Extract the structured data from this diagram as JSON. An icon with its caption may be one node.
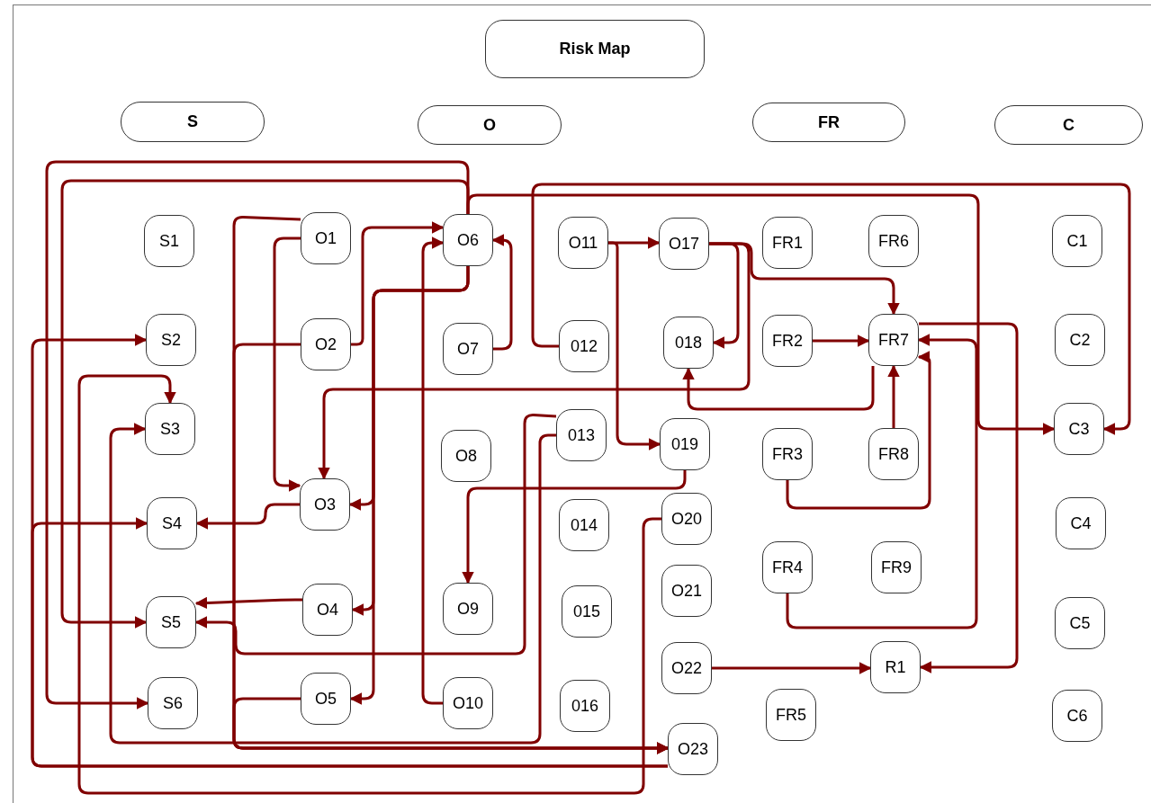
{
  "diagram": {
    "nodes": [
      {
        "text": [
          "Risk Map"
        ]
      },
      {
        "text": [
          "S"
        ]
      },
      {
        "text": [
          "O"
        ]
      },
      {
        "text": [
          "FR"
        ]
      },
      {
        "text": [
          "C"
        ]
      },
      {
        "text": [
          "S1"
        ]
      },
      {
        "text": [
          "S2"
        ]
      },
      {
        "text": [
          "S3"
        ]
      },
      {
        "text": [
          "S4"
        ]
      },
      {
        "text": [
          "S5"
        ]
      },
      {
        "text": [
          "S6"
        ]
      },
      {
        "text": [
          "O1"
        ]
      },
      {
        "text": [
          "O2"
        ]
      },
      {
        "text": [
          "O3"
        ]
      },
      {
        "text": [
          "O4"
        ]
      },
      {
        "text": [
          "O5"
        ]
      },
      {
        "text": [
          "O6"
        ]
      },
      {
        "text": [
          "O7"
        ]
      },
      {
        "text": [
          "O8"
        ]
      },
      {
        "text": [
          "O9"
        ]
      },
      {
        "text": [
          "O10"
        ]
      },
      {
        "text": [
          "O11"
        ]
      },
      {
        "text": [
          "012"
        ]
      },
      {
        "text": [
          "013"
        ]
      },
      {
        "text": [
          "014"
        ]
      },
      {
        "text": [
          "015"
        ]
      },
      {
        "text": [
          "016"
        ]
      },
      {
        "text": [
          "O17"
        ]
      },
      {
        "text": [
          "018"
        ]
      },
      {
        "text": [
          "019"
        ]
      },
      {
        "text": [
          "O20"
        ]
      },
      {
        "text": [
          "O21"
        ]
      },
      {
        "text": [
          "O22"
        ]
      },
      {
        "text": [
          "O23"
        ]
      },
      {
        "text": [
          "FR1"
        ]
      },
      {
        "text": [
          "FR6"
        ]
      },
      {
        "text": [
          "FR2"
        ]
      },
      {
        "text": [
          "FR7"
        ]
      },
      {
        "text": [
          "FR3"
        ]
      },
      {
        "text": [
          "FR8"
        ]
      },
      {
        "text": [
          "FR4"
        ]
      },
      {
        "text": [
          "FR9"
        ]
      },
      {
        "text": [
          "R1"
        ]
      },
      {
        "text": [
          "FR5"
        ]
      },
      {
        "text": [
          "C1"
        ]
      },
      {
        "text": [
          "C2"
        ]
      },
      {
        "text": [
          "C3"
        ]
      },
      {
        "text": [
          "C4"
        ]
      },
      {
        "text": [
          "C5"
        ]
      },
      {
        "text": [
          "C6"
        ]
      }
    ],
    "edges": [
      {
        "from": 16,
        "to": 10,
        "arrow": "to"
      },
      {
        "from": 16,
        "to": 9,
        "arrow": "to"
      },
      {
        "from": 16,
        "to": 46,
        "arrow": "to"
      },
      {
        "from": 22,
        "to": 46,
        "arrow": "to"
      },
      {
        "from": 33,
        "to": 6,
        "arrow": "to"
      },
      {
        "from": 33,
        "to": 8,
        "arrow": "to"
      },
      {
        "from": 30,
        "to": 7,
        "arrow": "to"
      },
      {
        "from": 23,
        "to": 7,
        "arrow": "to"
      },
      {
        "from": 23,
        "to": 9,
        "arrow": "to"
      },
      {
        "from": 11,
        "to": 33,
        "arrow": "to"
      },
      {
        "from": 12,
        "to": 33,
        "arrow": "to"
      },
      {
        "from": 15,
        "to": 33,
        "arrow": "to"
      },
      {
        "from": 11,
        "to": 13,
        "arrow": "to"
      },
      {
        "from": 12,
        "to": 16,
        "arrow": "to"
      },
      {
        "from": 16,
        "to": 13,
        "arrow": "to"
      },
      {
        "from": 16,
        "to": 14,
        "arrow": "to"
      },
      {
        "from": 16,
        "to": 15,
        "arrow": "to"
      },
      {
        "from": 13,
        "to": 8,
        "arrow": "to"
      },
      {
        "from": 14,
        "to": 9,
        "arrow": "to"
      },
      {
        "from": 20,
        "to": 16,
        "arrow": "to"
      },
      {
        "from": 17,
        "to": 16,
        "arrow": "to"
      },
      {
        "from": 21,
        "to": 27,
        "arrow": "to"
      },
      {
        "from": 21,
        "to": 29,
        "arrow": "to"
      },
      {
        "from": 27,
        "to": 28,
        "arrow": "to"
      },
      {
        "from": 27,
        "to": 13,
        "arrow": "to"
      },
      {
        "from": 27,
        "to": 37,
        "arrow": "to"
      },
      {
        "from": 37,
        "to": 28,
        "arrow": "to"
      },
      {
        "from": 36,
        "to": 37,
        "arrow": "to"
      },
      {
        "from": 39,
        "to": 37,
        "arrow": "to"
      },
      {
        "from": 38,
        "to": 37,
        "arrow": "to"
      },
      {
        "from": 37,
        "to": 42,
        "arrow": "to"
      },
      {
        "from": 32,
        "to": 42,
        "arrow": "to"
      },
      {
        "from": 29,
        "to": 19,
        "arrow": "to"
      },
      {
        "from": 40,
        "to": 37,
        "arrow": "to"
      }
    ]
  }
}
